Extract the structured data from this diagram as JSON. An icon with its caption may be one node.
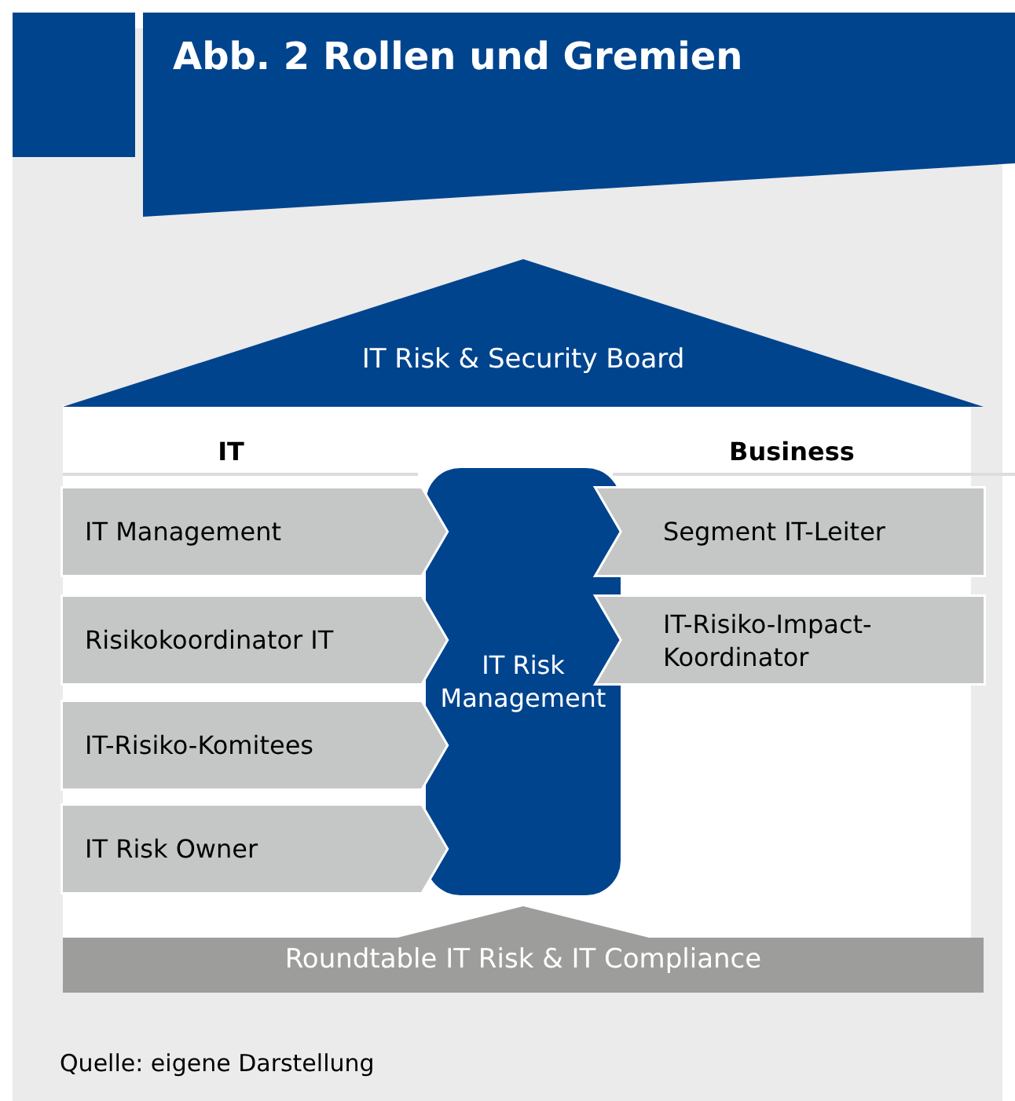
{
  "diagram": {
    "title": "Abb. 2 Rollen und Gremien",
    "caption": "Quelle: eigene Darstellung",
    "nodes": [
      {
        "text": [
          "IT Risk & Security Board"
        ]
      },
      {
        "text": [
          "IT Risk Management"
        ]
      },
      {
        "text": [
          "IT Management"
        ]
      },
      {
        "text": [
          "Risikokoordinator IT"
        ]
      },
      {
        "text": [
          "IT-Risiko-Komitees"
        ]
      },
      {
        "text": [
          "IT Risk Owner"
        ]
      },
      {
        "text": [
          "Segment IT-Leiter"
        ]
      },
      {
        "text": [
          "IT-Risiko-Impact-Koordinator"
        ]
      },
      {
        "text": [
          "Roundtable IT Risk & IT Compliance"
        ]
      }
    ],
    "labels": [
      "IT",
      "Business"
    ]
  }
}
